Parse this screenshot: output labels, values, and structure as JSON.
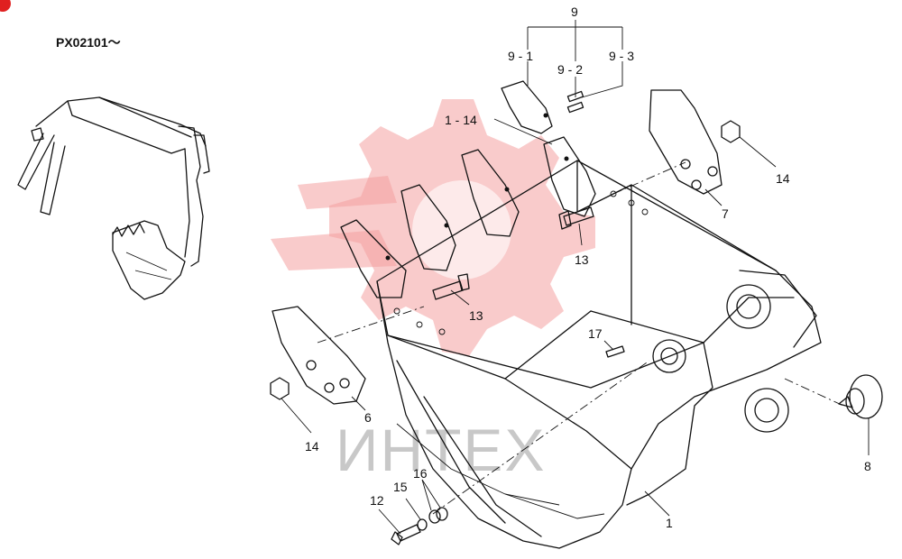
{
  "serial_label": "PX02101～",
  "watermark_text": "ИНТЕХ",
  "colors": {
    "watermark_gear": "#f4a0a0",
    "watermark_text": "#c8c8c8",
    "line": "#111111",
    "corner_mark": "#e02020"
  },
  "callouts": {
    "c9": "9",
    "c9_1": "9 - 1",
    "c9_2": "9 - 2",
    "c9_3": "9 - 3",
    "c1_14": "1 - 14",
    "c14_top": "14",
    "c7": "7",
    "c13_upper": "13",
    "c13_lower": "13",
    "c17": "17",
    "c6": "6",
    "c14_left": "14",
    "c8": "8",
    "c16": "16",
    "c15": "15",
    "c12": "12",
    "c1": "1"
  }
}
